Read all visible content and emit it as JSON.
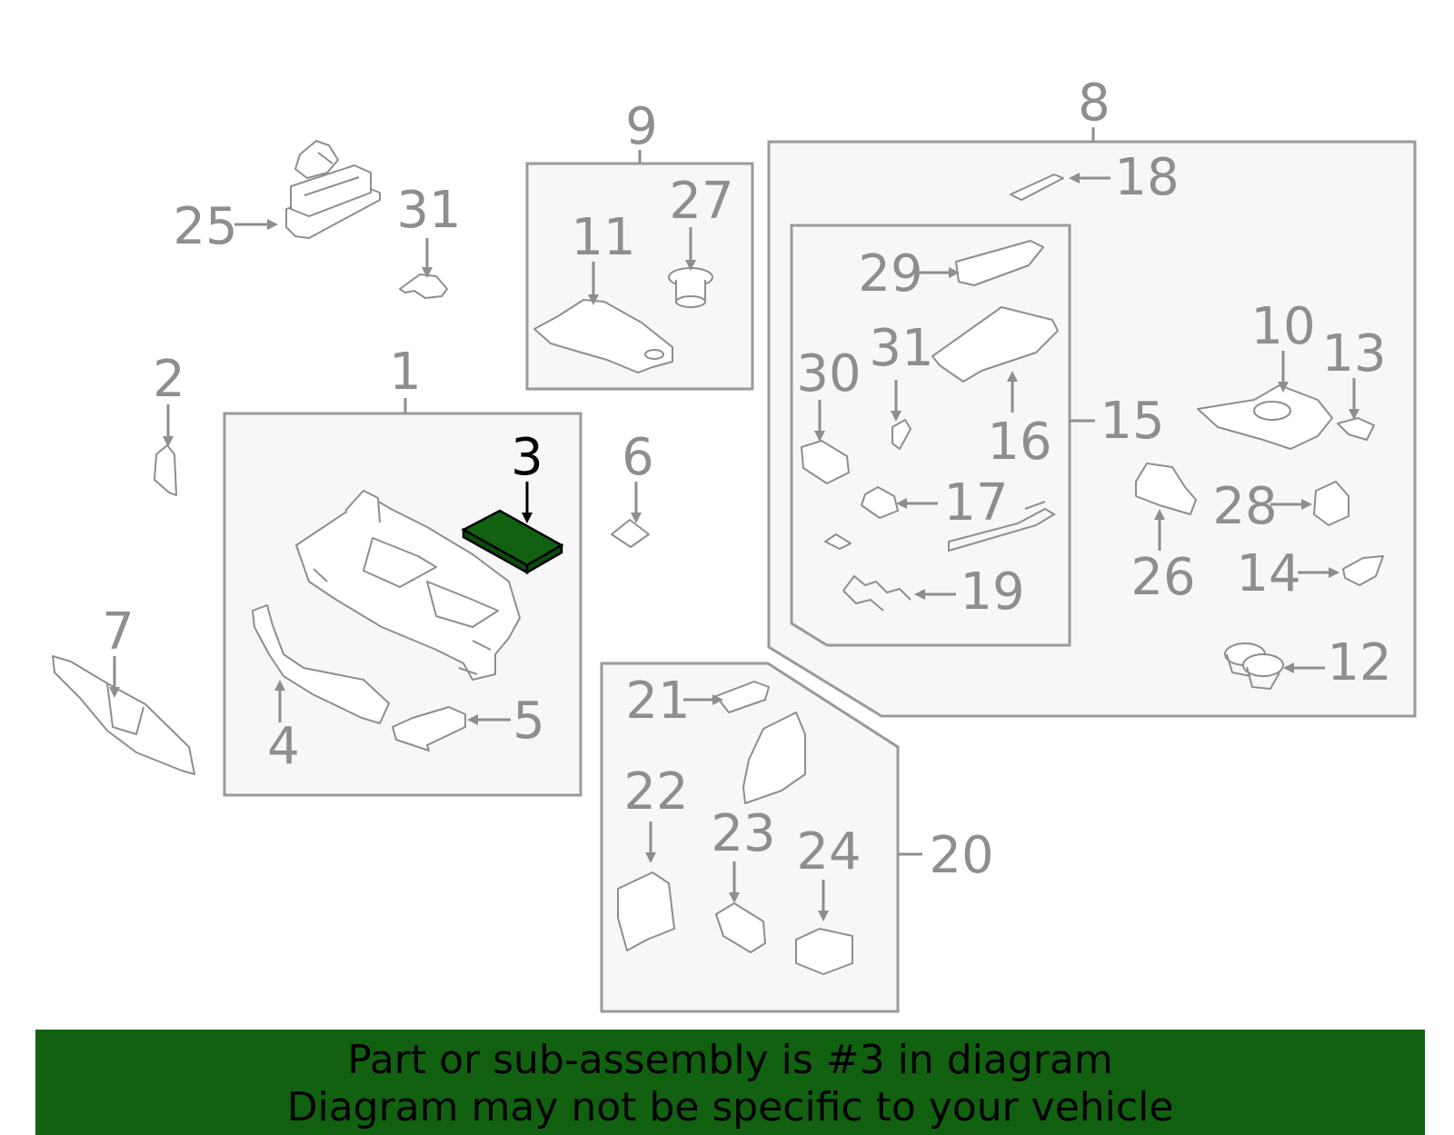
{
  "diagram": {
    "highlight_color": "#116111",
    "highlighted_part": "3",
    "groups": [
      {
        "label": "1"
      },
      {
        "label": "8"
      },
      {
        "label": "9"
      },
      {
        "label": "15"
      },
      {
        "label": "20"
      }
    ],
    "callouts": [
      "1",
      "2",
      "3",
      "4",
      "5",
      "6",
      "7",
      "8",
      "9",
      "10",
      "11",
      "12",
      "13",
      "14",
      "15",
      "16",
      "17",
      "18",
      "19",
      "20",
      "21",
      "22",
      "23",
      "24",
      "25",
      "26",
      "27",
      "28",
      "29",
      "30",
      "31"
    ]
  },
  "banner": {
    "line1": "Part or sub-assembly is #3 in diagram",
    "line2": "Diagram may not be specific to your vehicle",
    "background": "#116111"
  }
}
